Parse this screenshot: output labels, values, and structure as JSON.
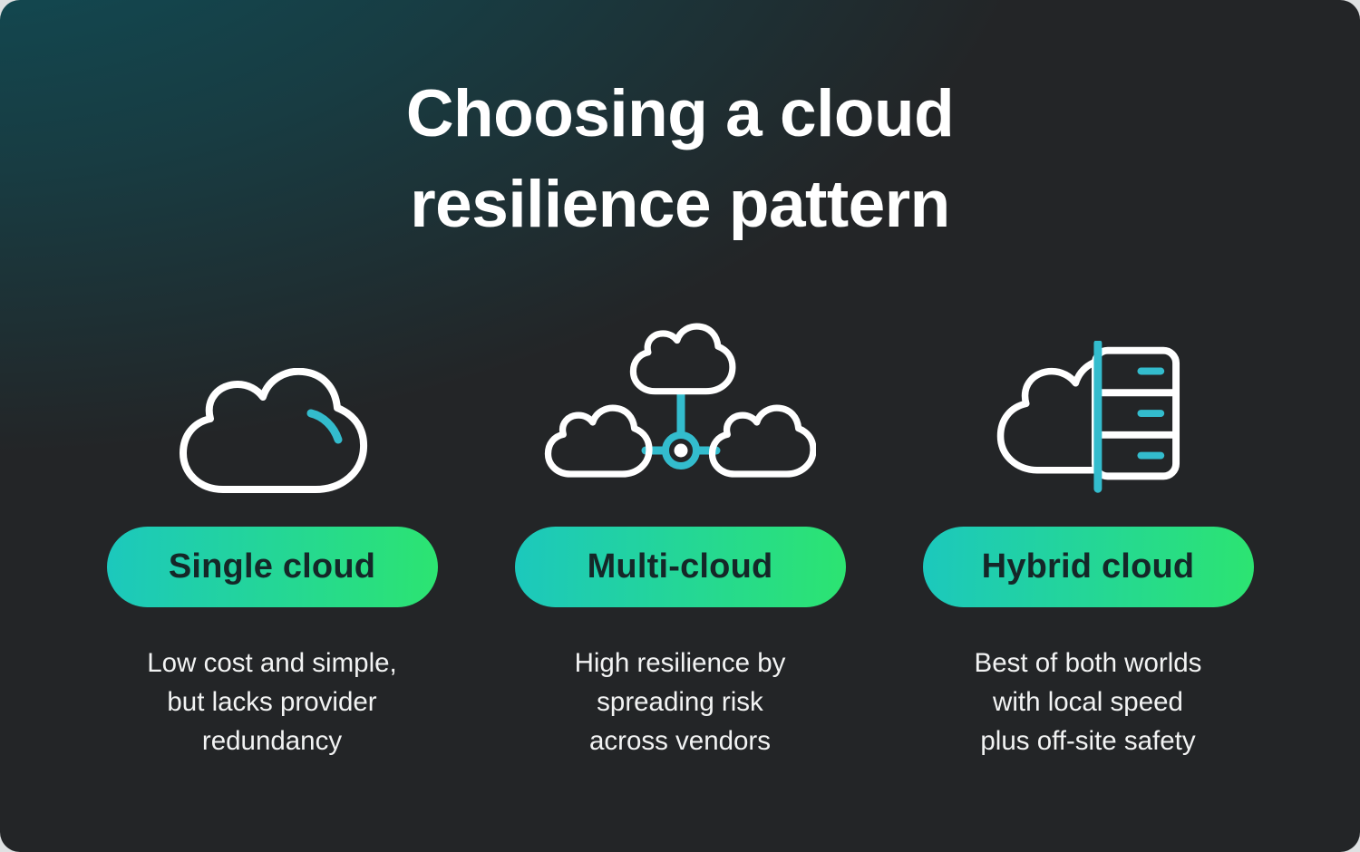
{
  "title": {
    "line1": "Choosing a cloud",
    "line2": "resilience pattern"
  },
  "columns": [
    {
      "icon": "single-cloud-icon",
      "label": "Single cloud",
      "description_lines": [
        "Low cost and simple,",
        "but lacks provider",
        "redundancy"
      ]
    },
    {
      "icon": "multi-cloud-icon",
      "label": "Multi-cloud",
      "description_lines": [
        "High resilience by",
        "spreading risk",
        "across vendors"
      ]
    },
    {
      "icon": "hybrid-cloud-icon",
      "label": "Hybrid cloud",
      "description_lines": [
        "Best of both worlds",
        "with local speed",
        "plus off-site safety"
      ]
    }
  ],
  "colors": {
    "card_bg": "#232527",
    "glow_teal": "#0E505A",
    "accent": "#33BCCD",
    "pill_start": "#1CC8BD",
    "pill_end": "#2CE471",
    "pill_text": "#152728",
    "title_text": "#FFFFFF",
    "desc_text": "#F2F3F3",
    "page_bg": "#DFE1E2"
  }
}
